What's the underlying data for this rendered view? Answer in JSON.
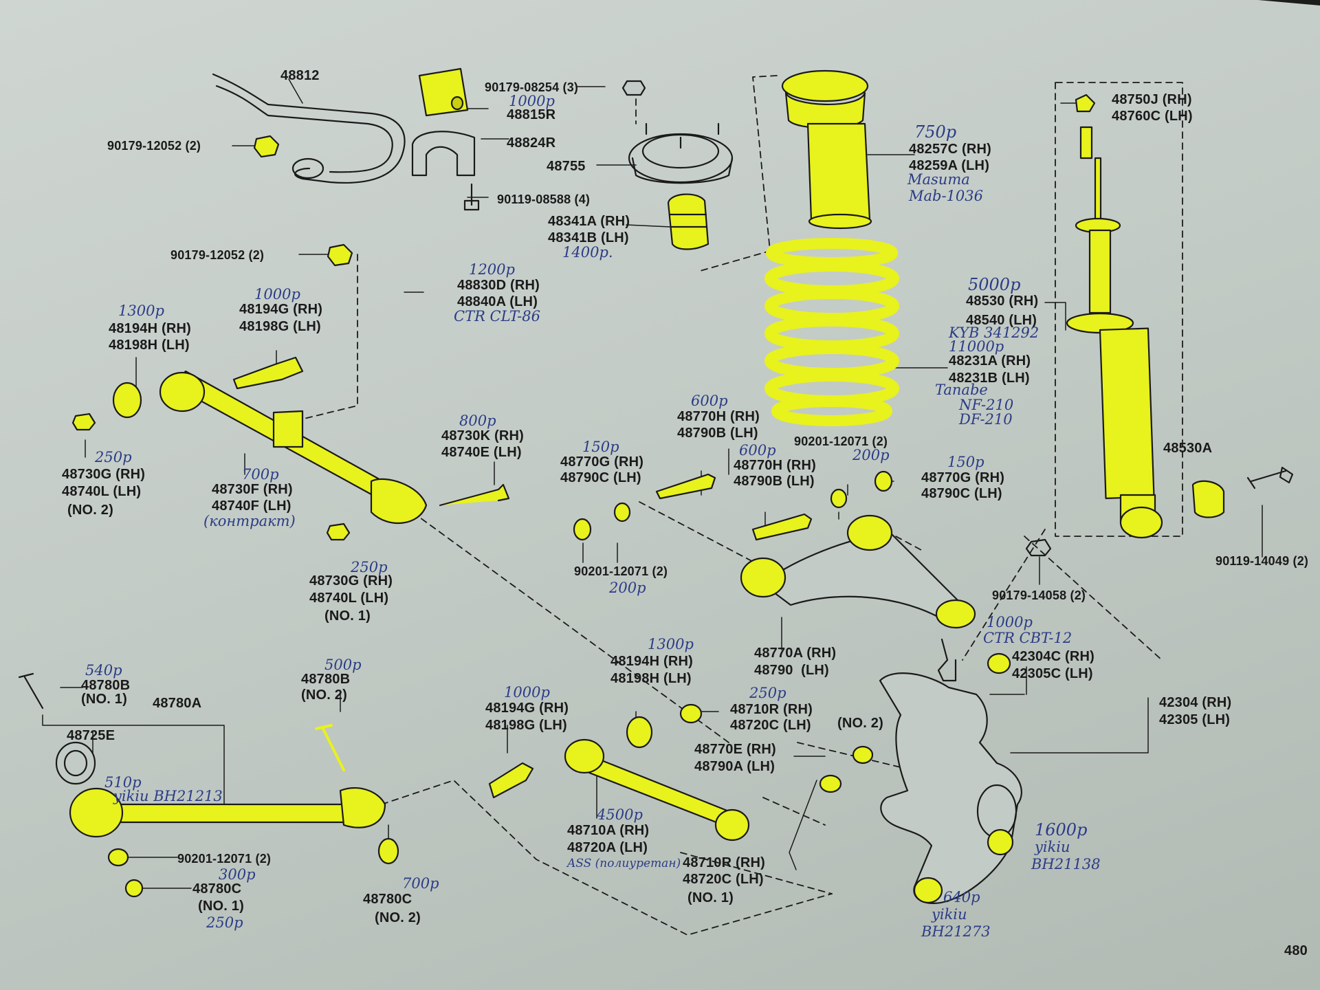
{
  "diagram": {
    "page_number": "480",
    "highlight_color": "#e8f21c",
    "ink_color": "#1a1a1a",
    "handwriting_color": "#2a3c86",
    "printed_labels": [
      {
        "id": "p1",
        "text": "48812"
      },
      {
        "id": "p2",
        "text": "90179-08254 (3)"
      },
      {
        "id": "p3",
        "text": "48815R"
      },
      {
        "id": "p4",
        "text": "48824R"
      },
      {
        "id": "p5",
        "text": "90179-12052 (2)"
      },
      {
        "id": "p6",
        "text": "48755"
      },
      {
        "id": "p7",
        "text": "90119-08588 (4)"
      },
      {
        "id": "p8",
        "text": "48341A (RH)"
      },
      {
        "id": "p9",
        "text": "48341B (LH)"
      },
      {
        "id": "p10",
        "text": "90179-12052 (2)"
      },
      {
        "id": "p11",
        "text": "48830D (RH)"
      },
      {
        "id": "p12",
        "text": "48840A (LH)"
      },
      {
        "id": "p13",
        "text": "48257C (RH)"
      },
      {
        "id": "p14",
        "text": "48259A (LH)"
      },
      {
        "id": "p15",
        "text": "48750J (RH)"
      },
      {
        "id": "p16",
        "text": "48760C (LH)"
      },
      {
        "id": "p17",
        "text": "48194H (RH)"
      },
      {
        "id": "p18",
        "text": "48198H (LH)"
      },
      {
        "id": "p19",
        "text": "48194G (RH)"
      },
      {
        "id": "p20",
        "text": "48198G (LH)"
      },
      {
        "id": "p21",
        "text": "48530 (RH)"
      },
      {
        "id": "p22",
        "text": "48540 (LH)"
      },
      {
        "id": "p23",
        "text": "48231A (RH)"
      },
      {
        "id": "p24",
        "text": "48231B (LH)"
      },
      {
        "id": "p25",
        "text": "48730G (RH)"
      },
      {
        "id": "p26",
        "text": "48740L (LH)"
      },
      {
        "id": "p27",
        "text": "(NO. 2)"
      },
      {
        "id": "p28",
        "text": "48730F (RH)"
      },
      {
        "id": "p29",
        "text": "48740F (LH)"
      },
      {
        "id": "p30",
        "text": "48730K (RH)"
      },
      {
        "id": "p31",
        "text": "48740E (LH)"
      },
      {
        "id": "p32",
        "text": "48770G (RH)"
      },
      {
        "id": "p33",
        "text": "48790C (LH)"
      },
      {
        "id": "p34",
        "text": "48770H (RH)"
      },
      {
        "id": "p35",
        "text": "48790B (LH)"
      },
      {
        "id": "p36",
        "text": "48770H (RH)"
      },
      {
        "id": "p37",
        "text": "48790B (LH)"
      },
      {
        "id": "p38",
        "text": "90201-12071 (2)"
      },
      {
        "id": "p39",
        "text": "48770G (RH)"
      },
      {
        "id": "p40",
        "text": "48790C (LH)"
      },
      {
        "id": "p41",
        "text": "48530A"
      },
      {
        "id": "p42",
        "text": "48730G (RH)"
      },
      {
        "id": "p43",
        "text": "48740L (LH)"
      },
      {
        "id": "p44",
        "text": "(NO. 1)"
      },
      {
        "id": "p45",
        "text": "90201-12071 (2)"
      },
      {
        "id": "p46",
        "text": "90179-14058 (2)"
      },
      {
        "id": "p47",
        "text": "90119-14049 (2)"
      },
      {
        "id": "p48",
        "text": "48770A (RH)"
      },
      {
        "id": "p49",
        "text": "48790  (LH)"
      },
      {
        "id": "p50",
        "text": "42304C (RH)"
      },
      {
        "id": "p51",
        "text": "42305C (LH)"
      },
      {
        "id": "p52",
        "text": "48780B"
      },
      {
        "id": "p53",
        "text": "(NO. 1)"
      },
      {
        "id": "p54",
        "text": "48780A"
      },
      {
        "id": "p55",
        "text": "48780B"
      },
      {
        "id": "p56",
        "text": "(NO. 2)"
      },
      {
        "id": "p57",
        "text": "48194H (RH)"
      },
      {
        "id": "p58",
        "text": "48198H (LH)"
      },
      {
        "id": "p59",
        "text": "48710R (RH)"
      },
      {
        "id": "p60",
        "text": "48720C (LH)"
      },
      {
        "id": "p61",
        "text": "(NO. 2)"
      },
      {
        "id": "p62",
        "text": "42304 (RH)"
      },
      {
        "id": "p63",
        "text": "42305 (LH)"
      },
      {
        "id": "p64",
        "text": "48725E"
      },
      {
        "id": "p65",
        "text": "48194G (RH)"
      },
      {
        "id": "p66",
        "text": "48198G (LH)"
      },
      {
        "id": "p67",
        "text": "48770E (RH)"
      },
      {
        "id": "p68",
        "text": "48790A (LH)"
      },
      {
        "id": "p69",
        "text": "90201-12071 (2)"
      },
      {
        "id": "p70",
        "text": "48780C"
      },
      {
        "id": "p71",
        "text": "(NO. 1)"
      },
      {
        "id": "p72",
        "text": "48780C"
      },
      {
        "id": "p73",
        "text": "(NO. 2)"
      },
      {
        "id": "p74",
        "text": "48710A (RH)"
      },
      {
        "id": "p75",
        "text": "48720A (LH)"
      },
      {
        "id": "p76",
        "text": "48710R (RH)"
      },
      {
        "id": "p77",
        "text": "48720C (LH)"
      },
      {
        "id": "p78",
        "text": "(NO. 1)"
      }
    ],
    "handwritten_notes": [
      {
        "id": "h1",
        "text": "1000р"
      },
      {
        "id": "h2",
        "text": "750р"
      },
      {
        "id": "h3",
        "text": "Masuma"
      },
      {
        "id": "h4",
        "text": "Mab-1036"
      },
      {
        "id": "h5",
        "text": "1400р."
      },
      {
        "id": "h6",
        "text": "1200р"
      },
      {
        "id": "h7",
        "text": "CTR CLT-86"
      },
      {
        "id": "h8",
        "text": "1300р"
      },
      {
        "id": "h9",
        "text": "1000р"
      },
      {
        "id": "h10",
        "text": "5000р"
      },
      {
        "id": "h11",
        "text": "KYB 341292"
      },
      {
        "id": "h12",
        "text": "11000р"
      },
      {
        "id": "h13",
        "text": "Tanabe"
      },
      {
        "id": "h14",
        "text": "NF-210"
      },
      {
        "id": "h15",
        "text": "DF-210"
      },
      {
        "id": "h16",
        "text": "250р"
      },
      {
        "id": "h17",
        "text": "700р"
      },
      {
        "id": "h18",
        "text": "(контракт)"
      },
      {
        "id": "h19",
        "text": "800р"
      },
      {
        "id": "h20",
        "text": "600р"
      },
      {
        "id": "h21",
        "text": "150р"
      },
      {
        "id": "h22",
        "text": "600р"
      },
      {
        "id": "h23",
        "text": "200р"
      },
      {
        "id": "h24",
        "text": "150р"
      },
      {
        "id": "h25",
        "text": "250р"
      },
      {
        "id": "h26",
        "text": "200р"
      },
      {
        "id": "h27",
        "text": "1000р"
      },
      {
        "id": "h28",
        "text": "CTR CBT-12"
      },
      {
        "id": "h29",
        "text": "540р"
      },
      {
        "id": "h30",
        "text": "500р"
      },
      {
        "id": "h31",
        "text": "1300р"
      },
      {
        "id": "h32",
        "text": "250р"
      },
      {
        "id": "h33",
        "text": "1000р"
      },
      {
        "id": "h34",
        "text": "510р"
      },
      {
        "id": "h35",
        "text": "yikiu BH21213"
      },
      {
        "id": "h36",
        "text": "4500р"
      },
      {
        "id": "h37",
        "text": "ASS (полиуретан)"
      },
      {
        "id": "h38",
        "text": "1600р"
      },
      {
        "id": "h39",
        "text": "yikiu"
      },
      {
        "id": "h40",
        "text": "BH21138"
      },
      {
        "id": "h41",
        "text": "300р"
      },
      {
        "id": "h42",
        "text": "250р"
      },
      {
        "id": "h43",
        "text": "700р"
      },
      {
        "id": "h44",
        "text": "640р"
      },
      {
        "id": "h45",
        "text": "yikiu"
      },
      {
        "id": "h46",
        "text": "BH21273"
      }
    ]
  }
}
